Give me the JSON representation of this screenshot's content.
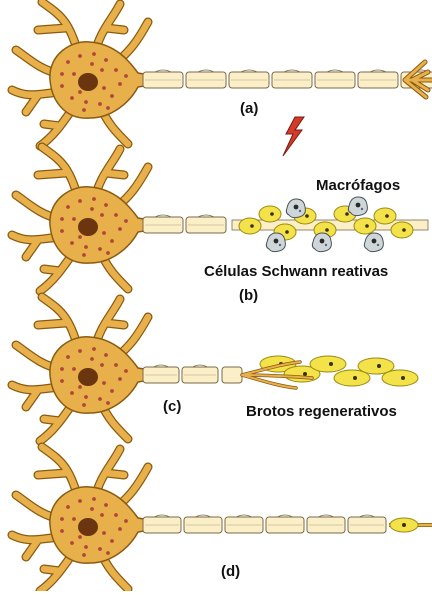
{
  "panels": [
    {
      "id": "a",
      "label": "(a)"
    },
    {
      "id": "b",
      "label": "(b)"
    },
    {
      "id": "c",
      "label": "(c)"
    },
    {
      "id": "d",
      "label": "(d)"
    }
  ],
  "annotations": {
    "macrophages": "Macrófagos",
    "schwann_cells": "Células Schwann reativas",
    "regenerative_sprouts": "Brotos regenerativos"
  },
  "colors": {
    "soma_fill": "#e8b04a",
    "soma_stroke": "#8a5a10",
    "nucleus": "#6b3510",
    "dots": "#b2463a",
    "myelin_fill": "#fbefc8",
    "myelin_stroke": "#7a6a48",
    "schwann_fill": "#f4e24a",
    "schwann_stroke": "#9a8a10",
    "macrophage_fill": "#cfd6da",
    "injury_bolt": "#d23a2a",
    "text": "#111111"
  },
  "icons": {
    "injury": "lightning-bolt-icon"
  }
}
